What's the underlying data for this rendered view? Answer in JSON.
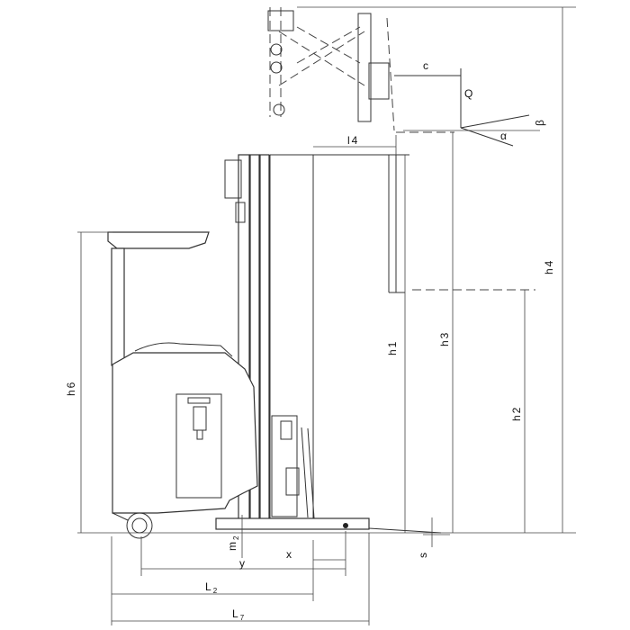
{
  "labels": {
    "c": "c",
    "Q": "Q",
    "alpha": "α",
    "beta": "β",
    "l4": "l4",
    "h1": "h1",
    "h2": "h2",
    "h3": "h3",
    "h4": "h4",
    "h6": "h6",
    "s": "s",
    "x": "x",
    "y": "y",
    "m2_main": "m",
    "m2_sub": "2",
    "L2_main": "L",
    "L2_sub": "2",
    "L7_main": "L",
    "L7_sub": "7"
  }
}
